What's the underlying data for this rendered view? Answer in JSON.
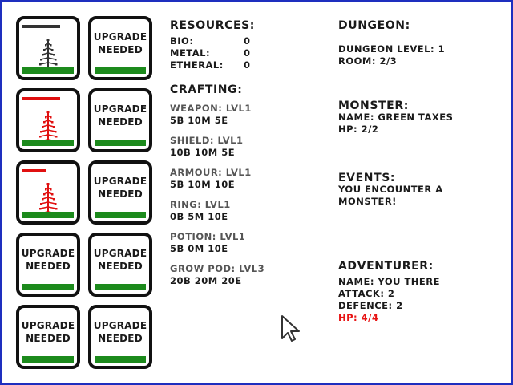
{
  "pods": [
    {
      "state": "plant",
      "plant_color": "#333333",
      "hp_color": "#333333",
      "hp_fraction": 0.7
    },
    {
      "state": "upgrade",
      "label": "UPGRADE NEEDED"
    },
    {
      "state": "plant",
      "plant_color": "#e01010",
      "hp_color": "#e01010",
      "hp_fraction": 0.7
    },
    {
      "state": "upgrade",
      "label": "UPGRADE NEEDED"
    },
    {
      "state": "plant",
      "plant_color": "#e01010",
      "hp_color": "#e01010",
      "hp_fraction": 0.45
    },
    {
      "state": "upgrade",
      "label": "UPGRADE NEEDED"
    },
    {
      "state": "upgrade",
      "label": "UPGRADE NEEDED"
    },
    {
      "state": "upgrade",
      "label": "UPGRADE NEEDED"
    },
    {
      "state": "upgrade",
      "label": "UPGRADE NEEDED"
    },
    {
      "state": "upgrade",
      "label": "UPGRADE NEEDED"
    }
  ],
  "upgrade_line1": "UPGRADE",
  "upgrade_line2": "NEEDED",
  "resources": {
    "title": "RESOURCES:",
    "bio_label": "BIO:",
    "bio_value": "0",
    "metal_label": "METAL:",
    "metal_value": "0",
    "etheral_label": "ETHERAL:",
    "etheral_value": "0"
  },
  "crafting": {
    "title": "CRAFTING:",
    "items": [
      {
        "name": "WEAPON: LVL1",
        "cost": "5B 10M 5E"
      },
      {
        "name": "SHIELD: LVL1",
        "cost": "10B 10M 5E"
      },
      {
        "name": "ARMOUR: LVL1",
        "cost": "5B 10M 10E"
      },
      {
        "name": "RING: LVL1",
        "cost": "0B 5M 10E"
      },
      {
        "name": "POTION: LVL1",
        "cost": "5B 0M 10E"
      },
      {
        "name": "GROW POD: LVL3",
        "cost": "20B 20M 20E"
      }
    ]
  },
  "dungeon": {
    "title": "DUNGEON:",
    "level": "DUNGEON LEVEL: 1",
    "room": "ROOM: 2/3"
  },
  "monster": {
    "title": "MONSTER:",
    "name": "NAME: GREEN TAXES",
    "hp": "HP: 2/2"
  },
  "events": {
    "title": "EVENTS:",
    "line1": "YOU ENCOUNTER A",
    "line2": "MONSTER!"
  },
  "adventurer": {
    "title": "ADVENTURER:",
    "name": "NAME: YOU THERE",
    "attack": "ATTACK: 2",
    "defence": "DEFENCE: 2",
    "hp": "HP: 4/4",
    "hp_color": "#e81414"
  }
}
